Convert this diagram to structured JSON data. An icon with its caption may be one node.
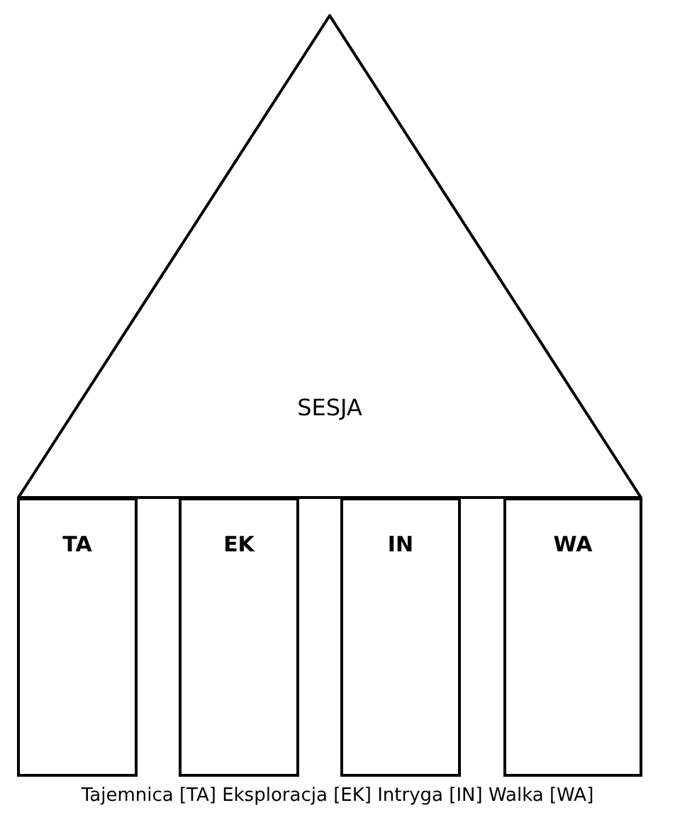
{
  "diagram": {
    "nodes": [
      {
        "text": [
          "SESJA"
        ]
      },
      {
        "text": [
          "TA"
        ]
      },
      {
        "text": [
          "EK"
        ]
      },
      {
        "text": [
          "IN"
        ]
      },
      {
        "text": [
          "WA"
        ]
      }
    ],
    "labels": [
      "Tajemnica [TA] Eksploracja [EK] Intryga [IN] Walka [WA]"
    ]
  }
}
